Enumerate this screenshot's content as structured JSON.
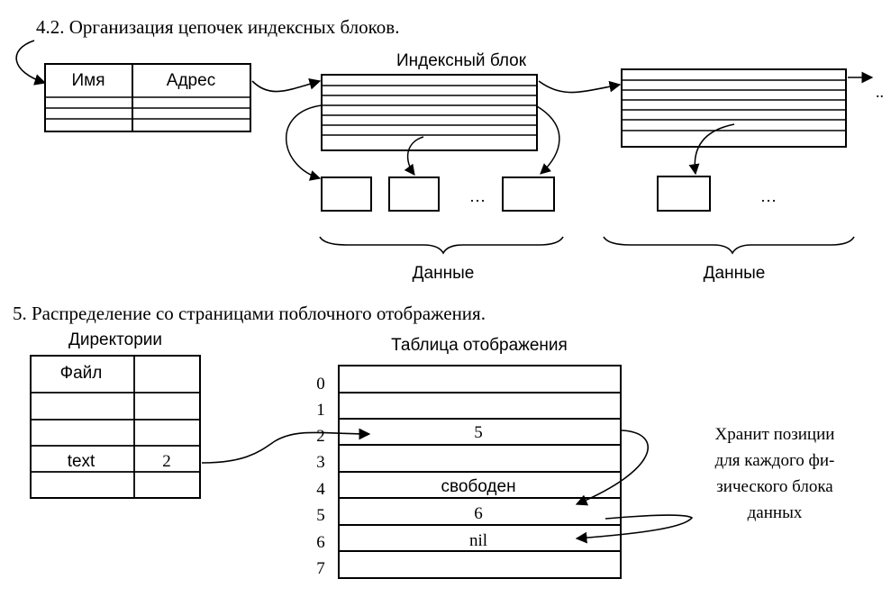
{
  "section1": {
    "title": "4.2. Организация цепочек индексных блоков.",
    "dir_table": {
      "col1": "Имя",
      "col2": "Адрес"
    },
    "index_block_label": "Индексный блок",
    "ellipsis": "…",
    "trailing_ellipsis": "..",
    "data_label_1": "Данные",
    "data_label_2": "Данные"
  },
  "section2": {
    "title": "5.   Распределение со страницами поблочного отображения.",
    "dir_label": "Директории",
    "dir_table": {
      "header": "Файл",
      "entry_name": "text",
      "entry_value": "2"
    },
    "map_label": "Таблица отображения",
    "row_numbers": [
      "0",
      "1",
      "2",
      "3",
      "4",
      "5",
      "6",
      "7"
    ],
    "row_values": [
      "",
      "",
      "5",
      "",
      "свободен",
      "6",
      "nil",
      ""
    ],
    "note_lines": [
      "Хранит позиции",
      "для каждого фи-",
      "зического блока",
      "данных"
    ]
  }
}
